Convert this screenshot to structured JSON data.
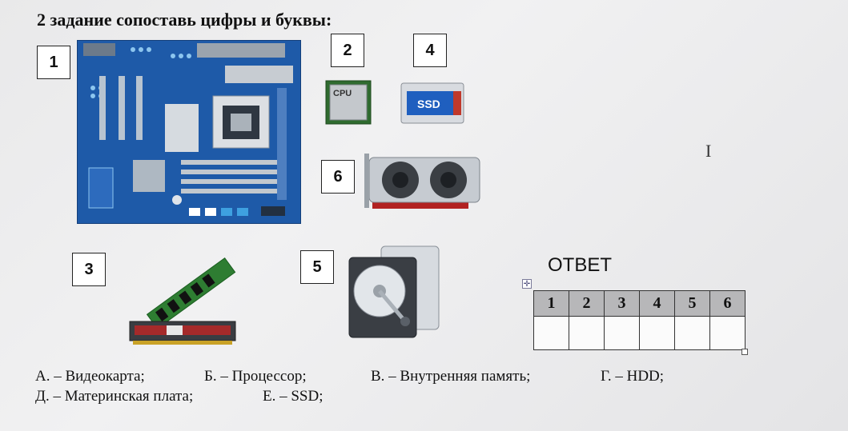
{
  "task": {
    "title": "2 задание сопоставь цифры и буквы:"
  },
  "labels": {
    "n1": "1",
    "n2": "2",
    "n3": "3",
    "n4": "4",
    "n5": "5",
    "n6": "6",
    "cpu_chip": "CPU",
    "ssd_chip": "SSD"
  },
  "answer": {
    "title": "ОТВЕТ",
    "headers": [
      "1",
      "2",
      "3",
      "4",
      "5",
      "6"
    ],
    "values": [
      "",
      "",
      "",
      "",
      "",
      ""
    ]
  },
  "legend": {
    "a": "А. – Видеокарта;",
    "b": "Б. – Процессор;",
    "v": "В. – Внутренняя память;",
    "g": "Г. – HDD;",
    "d": "Д. – Материнская плата;",
    "e": "Е. – SSD;"
  }
}
